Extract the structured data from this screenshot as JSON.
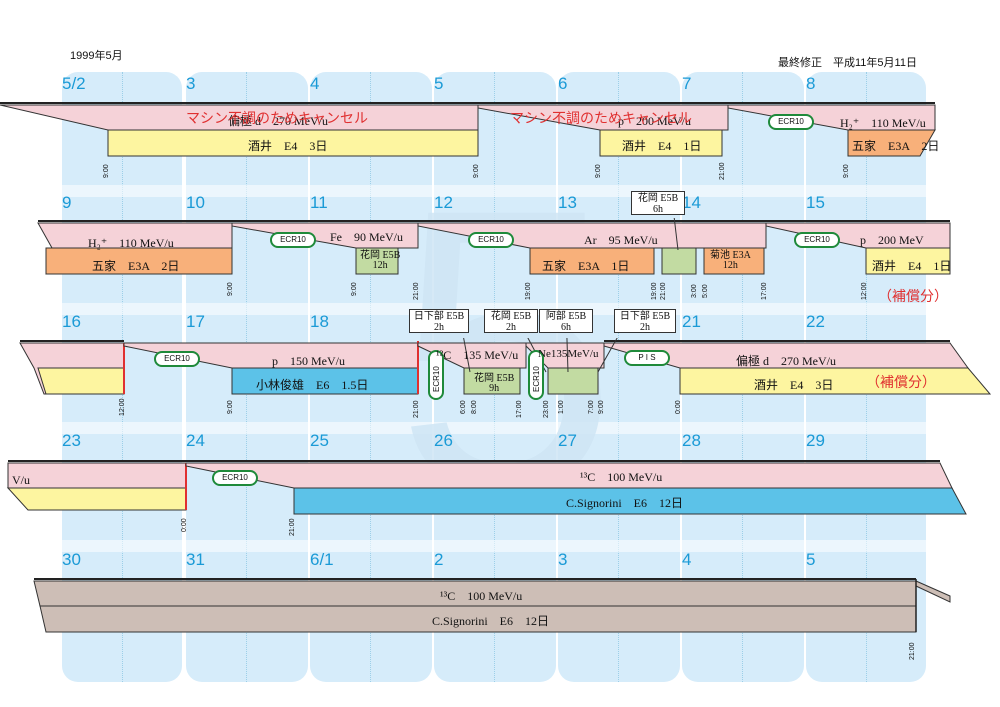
{
  "header": {
    "month": "1999年5月",
    "revised": "最終修正　平成11年5月11日"
  },
  "dates": [
    [
      "5/2",
      "3",
      "4",
      "5",
      "6",
      "7",
      "8"
    ],
    [
      "9",
      "10",
      "11",
      "12",
      "13",
      "14",
      "15"
    ],
    [
      "16",
      "17",
      "18",
      "19",
      "20",
      "21",
      "22"
    ],
    [
      "23",
      "24",
      "25",
      "26",
      "27",
      "28",
      "29"
    ],
    [
      "30",
      "31",
      "6/1",
      "2",
      "3",
      "4",
      "5"
    ]
  ],
  "big_digit": "5",
  "colors": {
    "pink": "#f5d2d8",
    "yellow": "#fdf5a0",
    "orange": "#f8b07a",
    "blue": "#5cc2e8",
    "green": "#c2dba2",
    "gray": "#cdbeb6",
    "red": "#e03030",
    "ecr": "#1f8a3a"
  },
  "ecr_label": "ECR10",
  "pis_label": "P I S",
  "row1": {
    "sched1": "偏極 d　270 MeV/u",
    "user1": "酒井　E4　3日",
    "sched2": "p　200 MeV/u",
    "user2": "酒井　E4　1日",
    "sched3": "H₂⁺　110 MeV/u",
    "user3": "五家　E3A　2日",
    "cancel1": "マシン不調のためキャンセル",
    "cancel2": "マシン不調のためキャンセル",
    "t1": "9:00",
    "t2": "9:00",
    "t3": "21:00",
    "t4": "9:00"
  },
  "row2": {
    "sched1": "H₂⁺　110 MeV/u",
    "user1": "五家　E3A　2日",
    "sched2": "Fe　90 MeV/u",
    "user2a": "花岡 E5B",
    "user2b": "12h",
    "sched3": "Ar　95 MeV/u",
    "user3": "五家　E3A　1日",
    "user4a": "菊池 E3A",
    "user4b": "12h",
    "callout_a": "花岡 E5B",
    "callout_b": "6h",
    "sched5": "p　200 MeV",
    "user5": "酒井　E4　1日",
    "note": "（補償分）",
    "t1": "9:00",
    "t2": "9:00",
    "t3": "21:00",
    "t4": "19:00",
    "t5": "19:00",
    "t6": "21:00",
    "t7": "3:00",
    "t8": "5:00",
    "t9": "17:00",
    "t10": "12:00"
  },
  "row3": {
    "sched1": "p　150 MeV/u",
    "user1": "小林俊雄　E6　1.5日",
    "sched2": "¹²C　135 MeV/u",
    "user2a": "花岡 E5B",
    "user2b": "9h",
    "sched3": "Ne135MeV/u",
    "sched4": "偏極 d　270 MeV/u",
    "user4": "酒井　E4　3日",
    "note": "（補償分）",
    "callouts": [
      [
        "日下部 E5B",
        "2h"
      ],
      [
        "花岡 E5B",
        "2h"
      ],
      [
        "阿部 E5B",
        "6h"
      ],
      [
        "日下部 E5B",
        "2h"
      ]
    ],
    "t1": "12:00",
    "t2": "9:00",
    "t3": "21:00",
    "t4": "6:00",
    "t5": "8:00",
    "t6": "17:00",
    "t7": "23:00",
    "t8": "1:00",
    "t9": "7:00",
    "t10": "9:00",
    "t11": "0:00"
  },
  "row4": {
    "sched0": "V/u",
    "sched1": "¹³C　100 MeV/u",
    "user1": "C.Signorini　E6　12日",
    "t1": "0:00",
    "t2": "21:00"
  },
  "row5": {
    "sched1": "¹³C　100 MeV/u",
    "user1": "C.Signorini　E6　12日",
    "t1": "21:00"
  }
}
